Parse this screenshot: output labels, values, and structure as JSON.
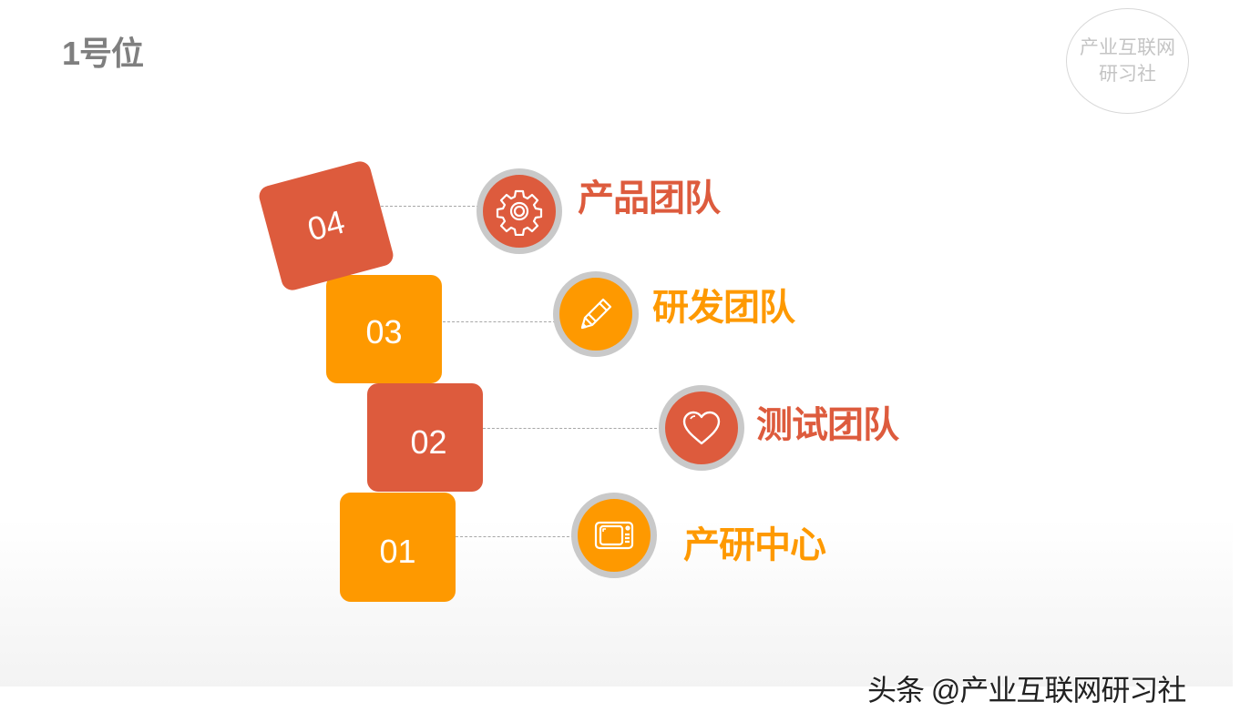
{
  "slide": {
    "title": "1号位",
    "stamp": {
      "line1": "产业互联网",
      "line2": "研习社"
    },
    "colors": {
      "red": "#dd5b3d",
      "orange": "#fe9900",
      "ring": "#c9c9c9",
      "title": "#7f7f7f"
    },
    "steps": [
      {
        "number": "04",
        "label": "产品团队",
        "icon": "gear-icon",
        "color": "red"
      },
      {
        "number": "03",
        "label": "研发团队",
        "icon": "pencil-icon",
        "color": "orange"
      },
      {
        "number": "02",
        "label": "测试团队",
        "icon": "heart-icon",
        "color": "red"
      },
      {
        "number": "01",
        "label": "产研中心",
        "icon": "tv-icon",
        "color": "orange"
      }
    ]
  },
  "footer": {
    "watermark": "头条 @产业互联网研习社"
  }
}
